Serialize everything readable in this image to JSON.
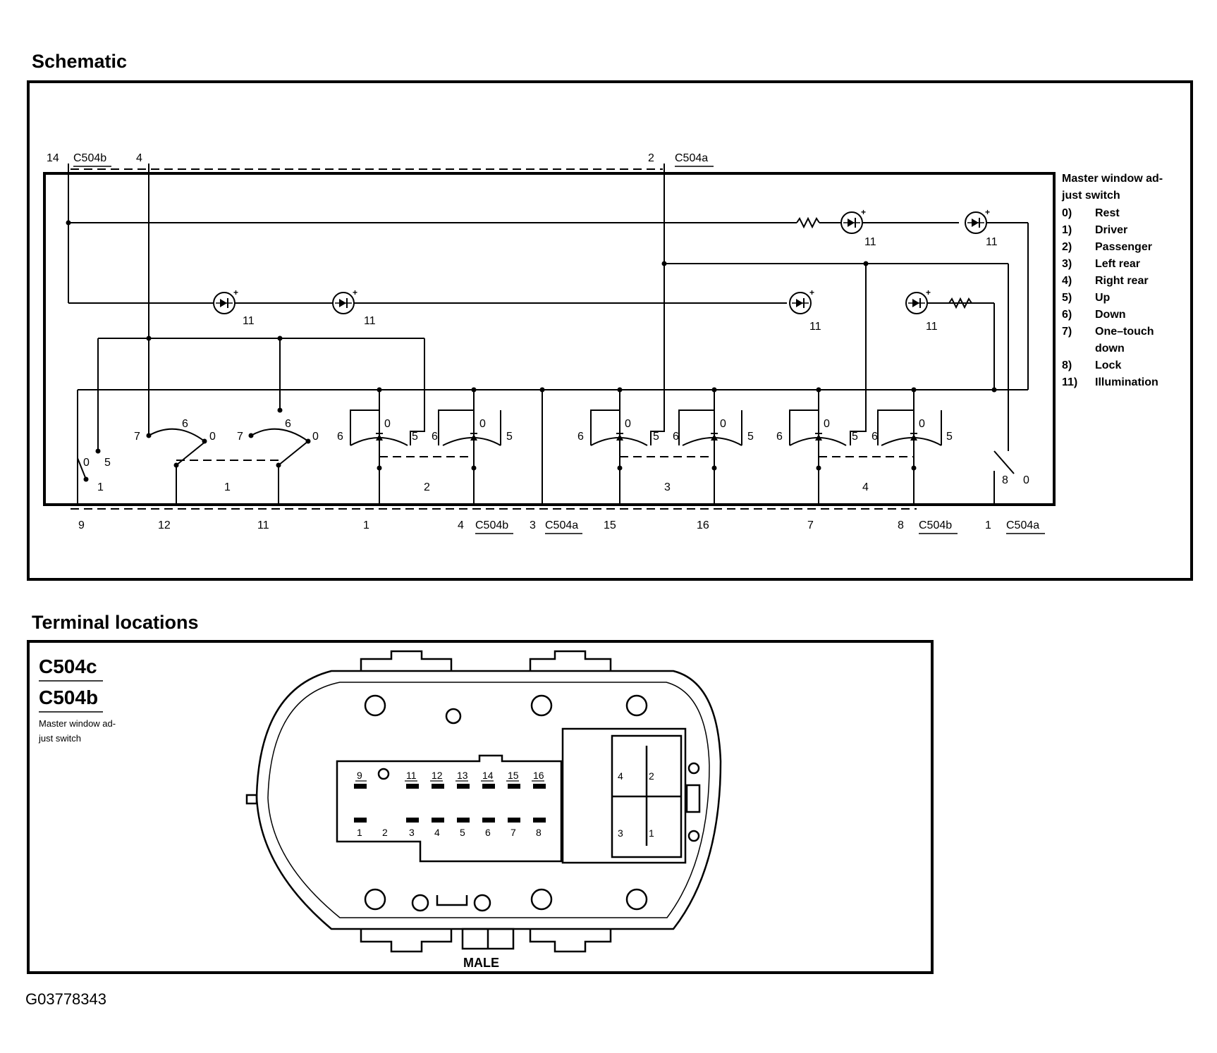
{
  "titles": {
    "schematic": "Schematic",
    "terminal_locations": "Terminal locations"
  },
  "figure_ref": "G03778343",
  "schematic": {
    "top_labels": {
      "pin_14": "14",
      "conn_a": "C504b",
      "pin_4": "4",
      "pin_2": "2",
      "conn_b": "C504a"
    },
    "legend": {
      "title_line1": "Master window ad-",
      "title_line2": "just switch",
      "items": [
        {
          "key": "0)",
          "text": "Rest"
        },
        {
          "key": "1)",
          "text": "Driver"
        },
        {
          "key": "2)",
          "text": "Passenger"
        },
        {
          "key": "3)",
          "text": "Left rear"
        },
        {
          "key": "4)",
          "text": "Right rear"
        },
        {
          "key": "5)",
          "text": "Up"
        },
        {
          "key": "6)",
          "text": "Down"
        },
        {
          "key": "7)",
          "text": "One–touch"
        },
        {
          "key": "",
          "text": "down"
        },
        {
          "key": "8)",
          "text": "Lock"
        },
        {
          "key": "11)",
          "text": "Illumination"
        }
      ]
    },
    "illumination_label": "11",
    "switch_labels": {
      "s1": "1",
      "s2": "2",
      "s3": "3",
      "s4": "4",
      "pos7": "7",
      "pos6": "6",
      "pos0": "0",
      "pos5": "5",
      "pos1": "1",
      "pos8": "8"
    },
    "bottom_labels": {
      "p9": "9",
      "p12": "12",
      "p11": "11",
      "p1": "1",
      "p4": "4",
      "c504b_1": "C504b",
      "p3": "3",
      "c504a_1": "C504a",
      "p15": "15",
      "p16": "16",
      "p7": "7",
      "p8": "8",
      "c504b_2": "C504b",
      "p1b": "1",
      "c504a_2": "C504a"
    }
  },
  "terminal": {
    "conn_c": "C504c",
    "conn_b": "C504b",
    "desc_line1": "Master window ad-",
    "desc_line2": "just switch",
    "gender": "MALE",
    "top_row": [
      "9",
      "11",
      "12",
      "13",
      "14",
      "15",
      "16"
    ],
    "bottom_row": [
      "1",
      "2",
      "3",
      "4",
      "5",
      "6",
      "7",
      "8"
    ],
    "right_block": [
      "4",
      "2",
      "3",
      "1"
    ]
  }
}
